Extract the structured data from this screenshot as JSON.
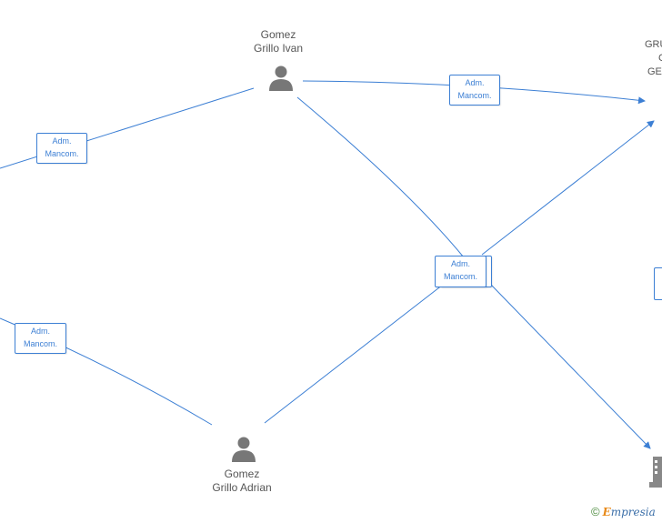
{
  "nodes": {
    "ivan": {
      "line1": "Gomez",
      "line2": "Grillo Ivan"
    },
    "adrian": {
      "line1": "Gomez",
      "line2": "Grillo Adrian"
    },
    "company_top": {
      "line1": "GRU",
      "line2": "C",
      "line3": "GE"
    },
    "company_bottom": {
      "line1": ""
    }
  },
  "relations": {
    "ivan_company": {
      "line1": "Adm.",
      "line2": "Mancom."
    },
    "left_ivan": {
      "line1": "Adm.",
      "line2": "Mancom."
    },
    "center": {
      "line1": "Adm.",
      "line2": "Mancom."
    },
    "left_adrian": {
      "line1": "Adm.",
      "line2": "Mancom."
    }
  },
  "watermark": {
    "copyright": "©",
    "brand_initial": "E",
    "brand_rest": "mpresia"
  },
  "colors": {
    "edge": "#3c7fd4",
    "icon": "#777777",
    "text": "#555555"
  }
}
